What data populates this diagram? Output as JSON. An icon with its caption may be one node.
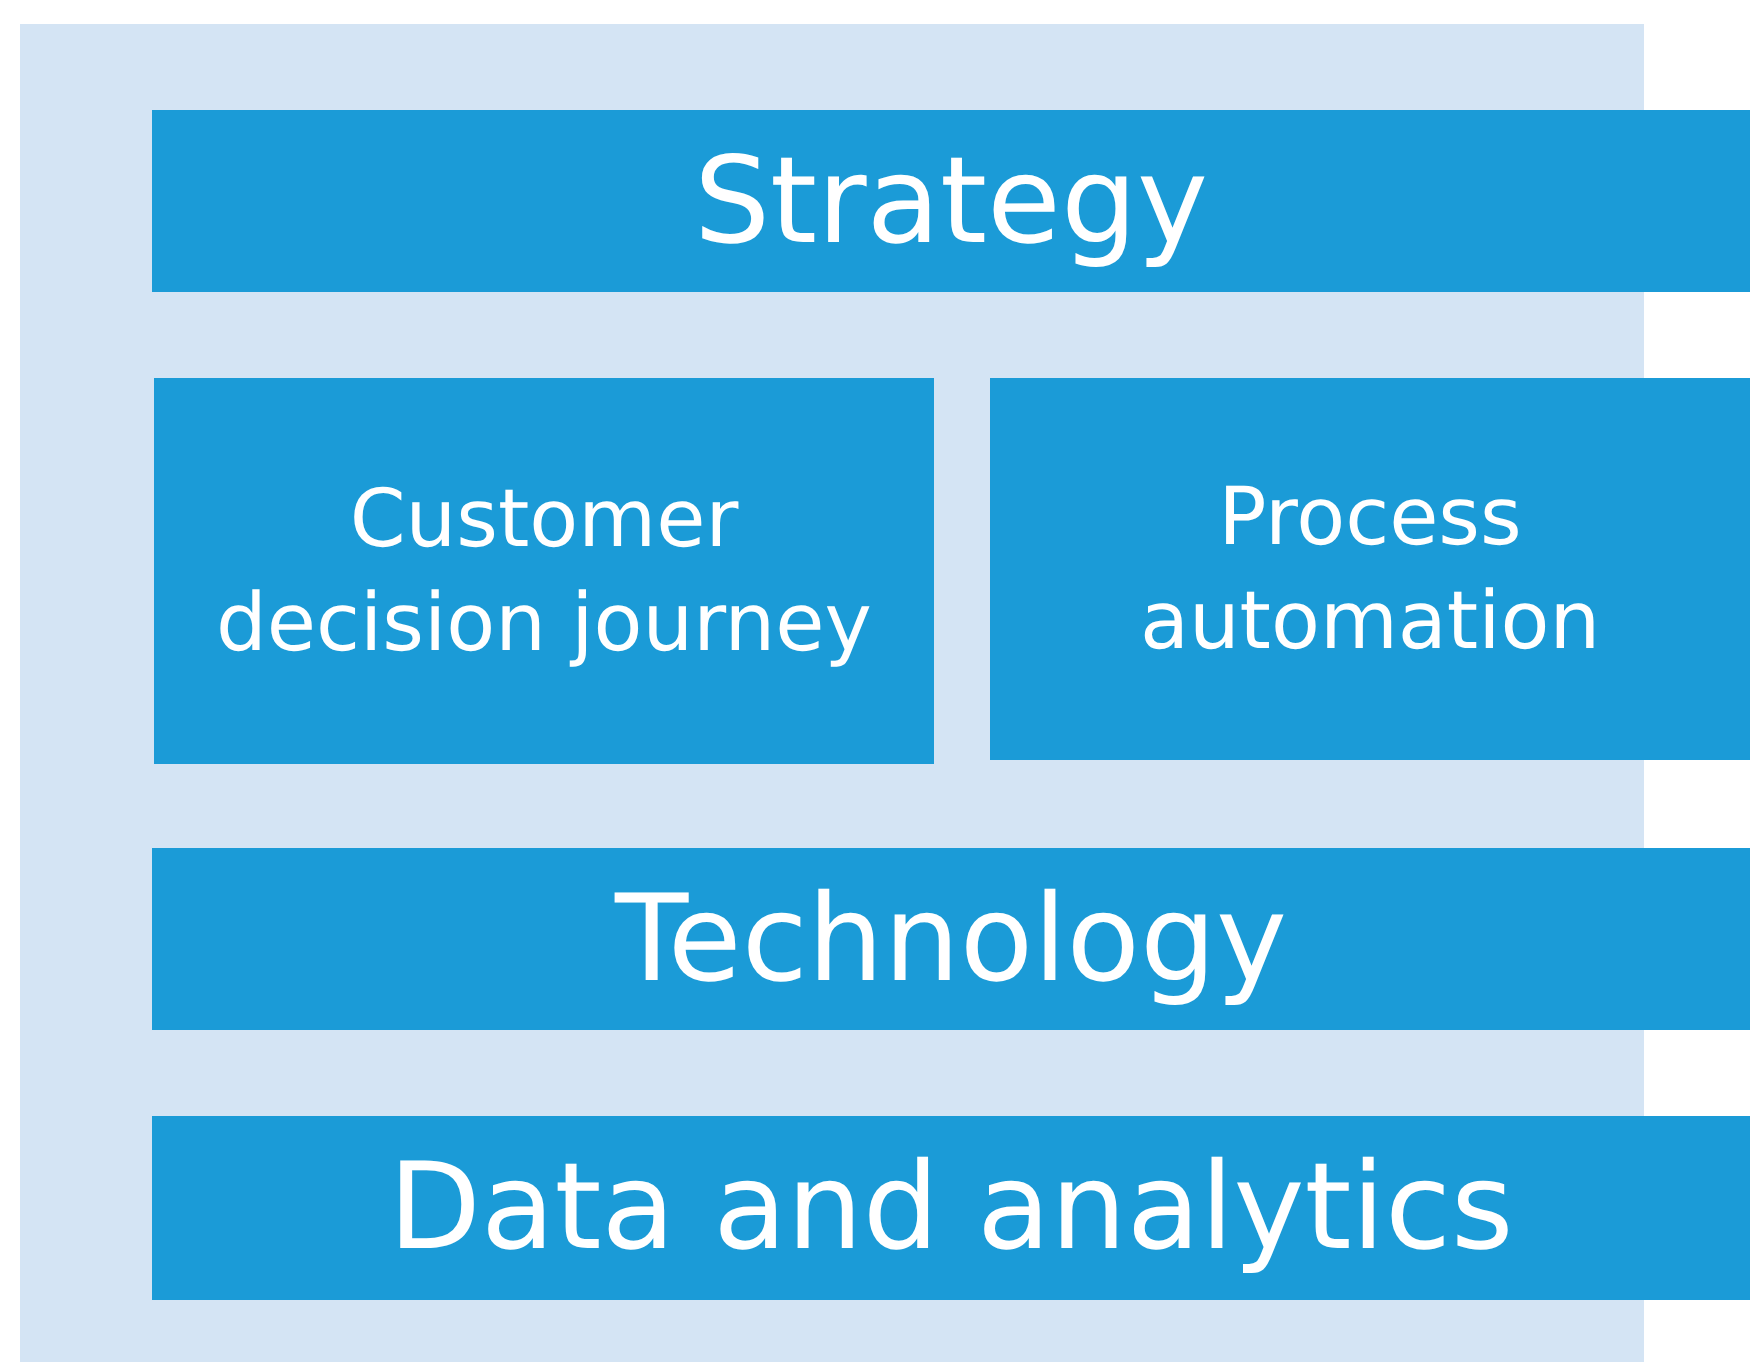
{
  "diagram": {
    "nodes": [
      {
        "text": [
          "Strategy"
        ]
      },
      {
        "text": [
          "Customer decision journey"
        ]
      },
      {
        "text": [
          "Process automation"
        ]
      },
      {
        "text": [
          "Technology"
        ]
      },
      {
        "text": [
          "Data and analytics"
        ]
      }
    ]
  }
}
